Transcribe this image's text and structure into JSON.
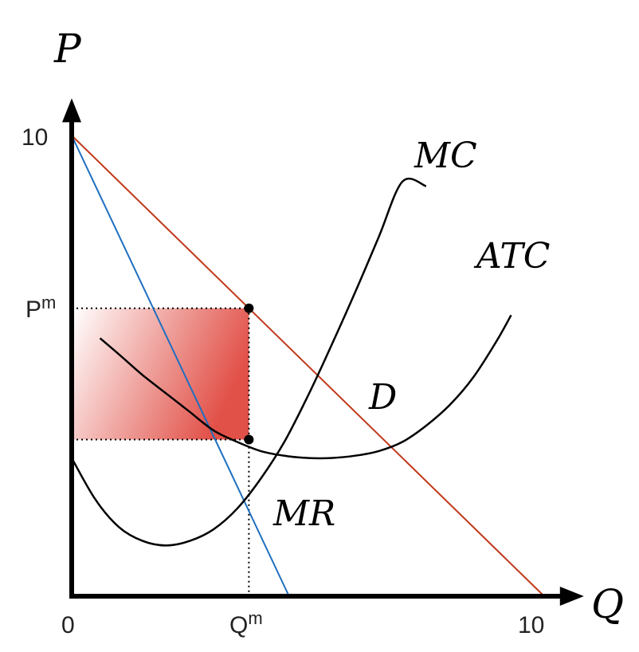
{
  "chart_data": {
    "type": "line",
    "title": "",
    "xlabel": "Q",
    "ylabel": "P",
    "xlim": [
      0,
      10.3
    ],
    "ylim": [
      0,
      10.6
    ],
    "x_ticks": [
      {
        "label": "0",
        "value": 0
      },
      {
        "label": "Q",
        "sup": "m",
        "value": 3.75
      },
      {
        "label": "10",
        "value": 10
      }
    ],
    "y_ticks": [
      {
        "label": "10",
        "value": 10
      },
      {
        "label": "P",
        "sup": "m",
        "value": 6.25
      }
    ],
    "series": [
      {
        "name": "D",
        "color": "#c0391b",
        "x": [
          0,
          10
        ],
        "y": [
          10,
          0
        ]
      },
      {
        "name": "MR",
        "color": "#1f6fc0",
        "x": [
          0,
          4.6
        ],
        "y": [
          10,
          0
        ]
      },
      {
        "name": "MC",
        "color": "#000000",
        "x": [
          0,
          0.5,
          1.0,
          1.5,
          2.0,
          2.5,
          3.0,
          3.5,
          4.0,
          4.5,
          5.0,
          5.5,
          6.0,
          6.5,
          7.0,
          7.5
        ],
        "y": [
          3.0,
          2.1,
          1.5,
          1.2,
          1.1,
          1.2,
          1.45,
          1.9,
          2.55,
          3.35,
          4.35,
          5.45,
          6.6,
          7.8,
          9.0,
          8.9
        ]
      },
      {
        "name": "ATC",
        "color": "#000000",
        "x": [
          0.6,
          1.0,
          1.5,
          2.0,
          2.5,
          3.0,
          3.5,
          4.0,
          4.5,
          5.0,
          5.5,
          6.0,
          6.5,
          7.0,
          7.5,
          8.0,
          8.5,
          9.0,
          9.3
        ],
        "y": [
          5.6,
          5.25,
          4.8,
          4.4,
          4.0,
          3.6,
          3.35,
          3.15,
          3.05,
          3.0,
          3.0,
          3.05,
          3.15,
          3.35,
          3.7,
          4.15,
          4.75,
          5.55,
          6.1
        ]
      }
    ],
    "labels": [
      {
        "text": "MC",
        "series": "MC"
      },
      {
        "text": "ATC",
        "series": "ATC"
      },
      {
        "text": "D",
        "series": "D"
      },
      {
        "text": "MR",
        "series": "MR"
      }
    ],
    "profit_region": {
      "x0": 0,
      "x1": 3.75,
      "y_low": 3.4,
      "y_high": 6.25,
      "color_light": "#ffffff",
      "color_dark": "#e0483f"
    },
    "points": [
      {
        "x": 3.75,
        "y": 6.25
      },
      {
        "x": 3.75,
        "y": 3.4
      }
    ],
    "grid": false,
    "legend": "none"
  }
}
